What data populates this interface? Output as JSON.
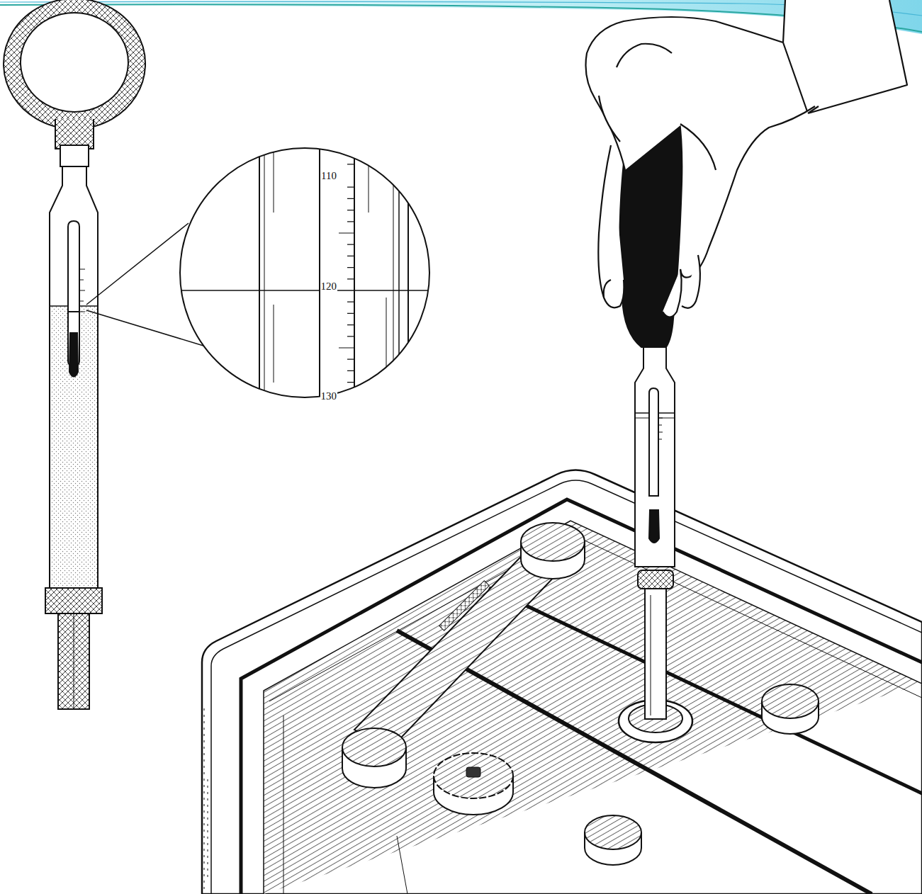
{
  "diagram": {
    "labels": [
      "110",
      "120",
      "130"
    ]
  }
}
